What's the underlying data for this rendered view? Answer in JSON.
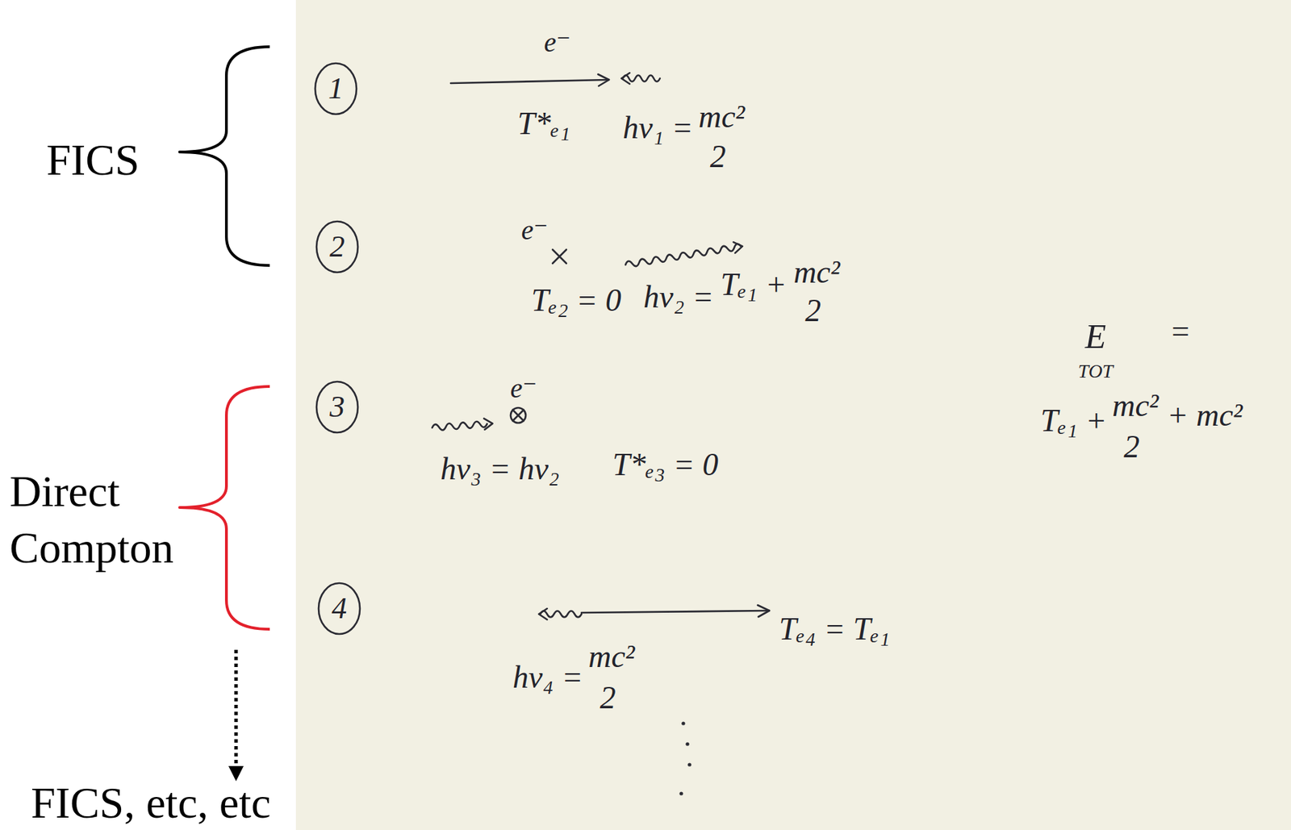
{
  "diagram": {
    "nodes": [
      {
        "text": [
          "1"
        ]
      },
      {
        "text": [
          "2"
        ]
      },
      {
        "text": [
          "3"
        ]
      },
      {
        "text": [
          "4"
        ]
      }
    ],
    "labels": [
      "FICS",
      "e⁻",
      "T*ₑ₁",
      "hν₁ =",
      "mc²",
      "2",
      "e⁻",
      "Tₑ₂ = 0",
      "hν₂ =",
      "Tₑ₁ +",
      "mc²",
      "2",
      "E",
      "TOT",
      "=",
      "Tₑ₁ +",
      "mc²",
      "2",
      "+ mc²",
      "Direct Compton",
      "e⁻",
      "hν₃ = hν₂",
      "T*ₑ₃ = 0",
      "Tₑ₄ = Tₑ₁",
      "hν₄ =",
      "mc²",
      "2",
      "FICS, etc, etc"
    ]
  }
}
